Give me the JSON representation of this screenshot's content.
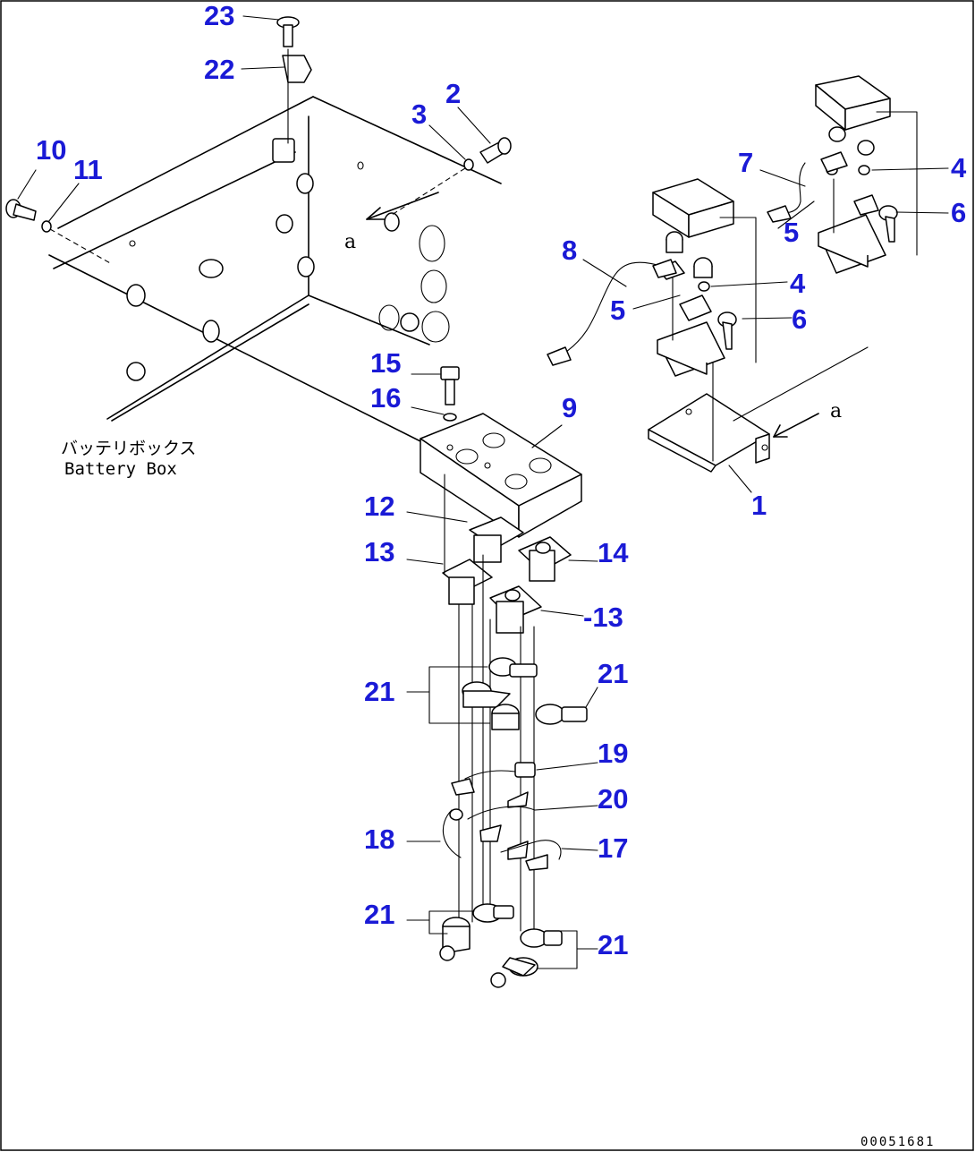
{
  "diagram": {
    "labels": {
      "p1": "1",
      "p2": "2",
      "p3": "3",
      "p4a": "4",
      "p4b": "4",
      "p5a": "5",
      "p5b": "5",
      "p6a": "6",
      "p6b": "6",
      "p7": "7",
      "p8": "8",
      "p9": "9",
      "p10": "10",
      "p11": "11",
      "p12": "12",
      "p13a": "13",
      "p13b": "-13",
      "p14": "14",
      "p15": "15",
      "p16": "16",
      "p17": "17",
      "p18": "18",
      "p19": "19",
      "p20": "20",
      "p21a": "21",
      "p21b": "21",
      "p21c": "21",
      "p21d": "21",
      "p22": "22",
      "p23": "23"
    },
    "notes": {
      "box_jp": "バッテリボックス",
      "box_en": "Battery Box",
      "marker_a1": "a",
      "marker_a2": "a"
    },
    "reference_code": "00051681",
    "colors": {
      "callout": "#1a1ad6",
      "line": "#000000"
    }
  }
}
